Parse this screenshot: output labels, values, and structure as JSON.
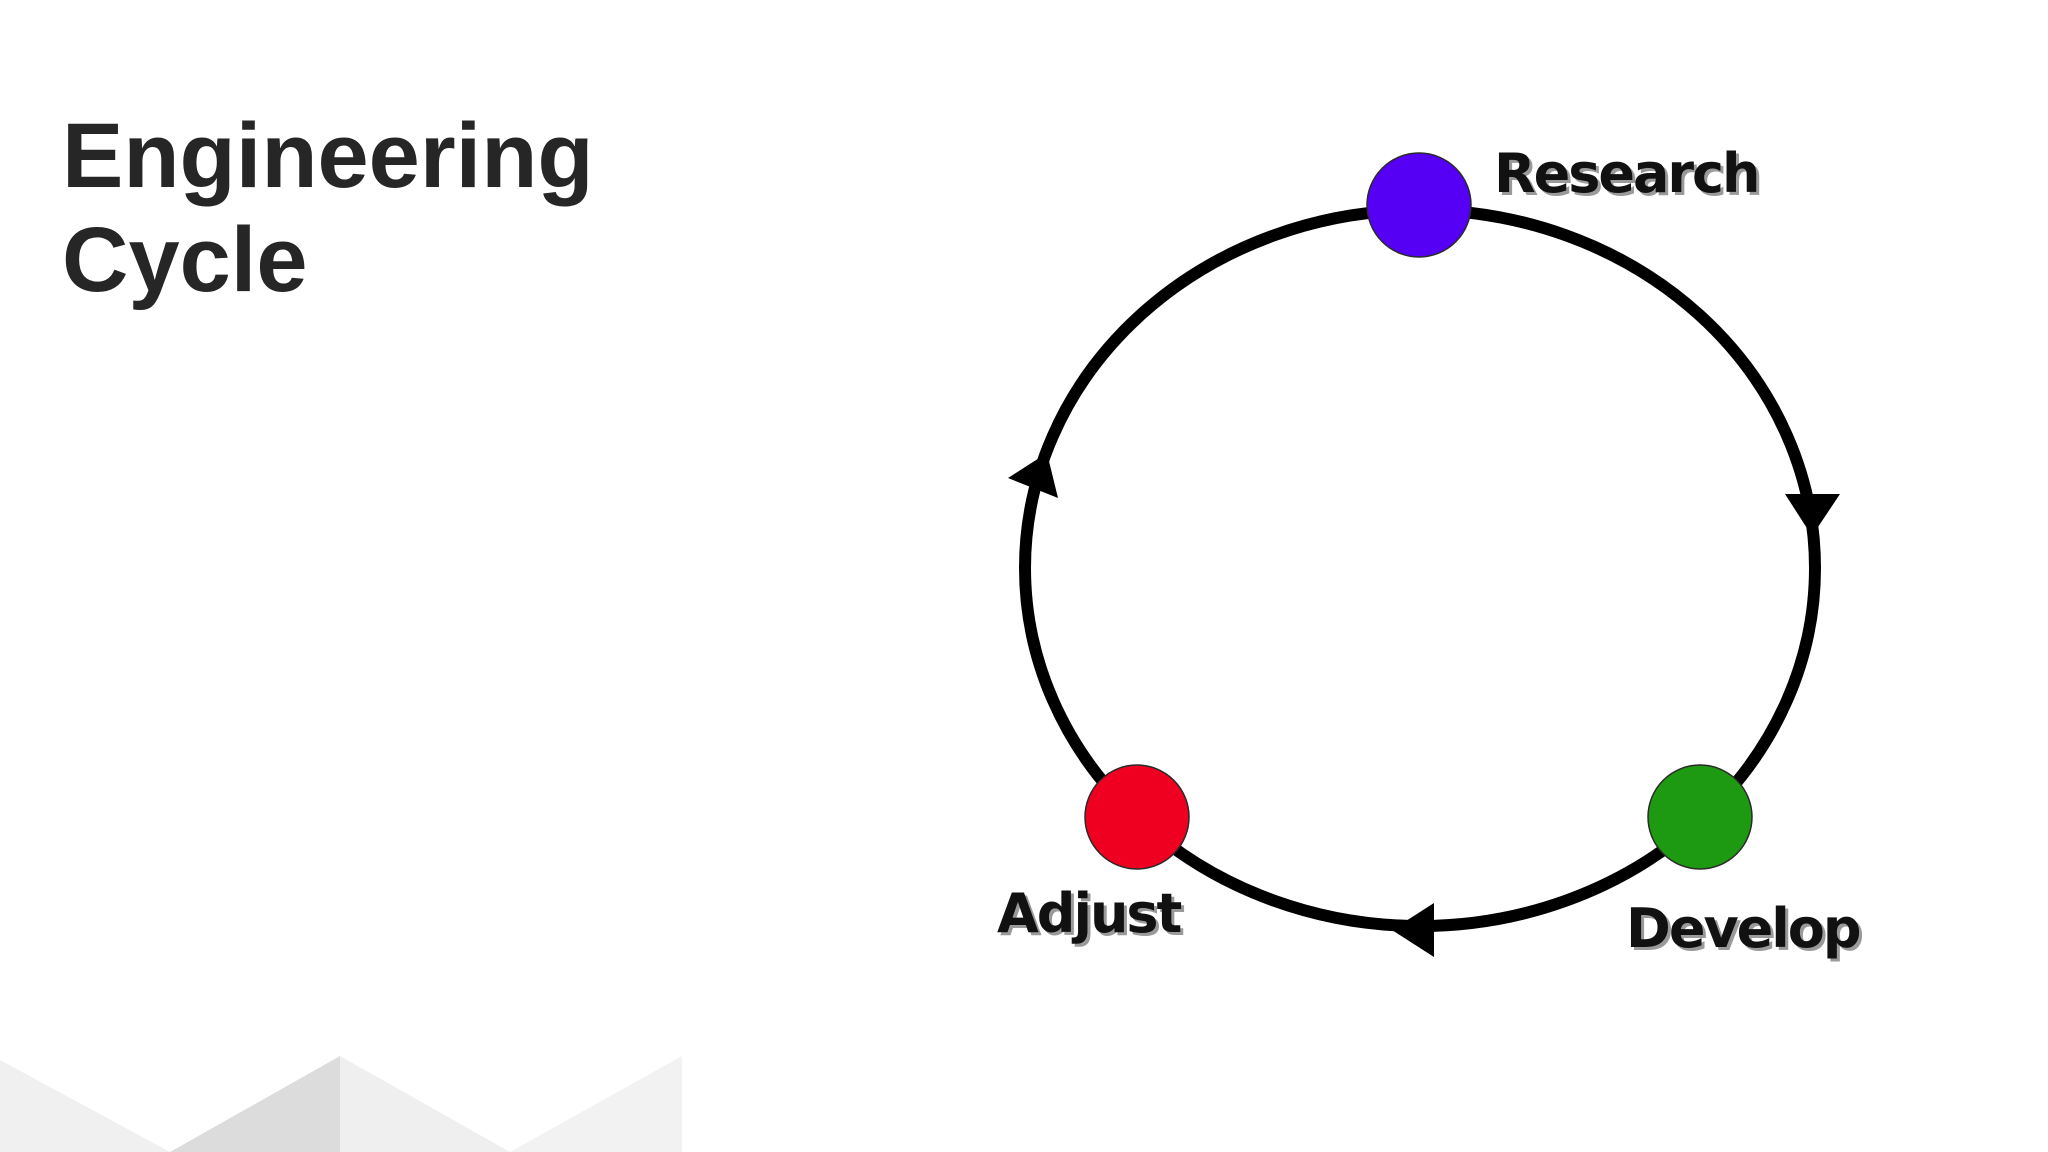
{
  "slide": {
    "title_line1": "Engineering",
    "title_line2": "Cycle"
  },
  "cycle": {
    "nodes": [
      {
        "label": "Research",
        "color": "#5500f5"
      },
      {
        "label": "Develop",
        "color": "#1e9a12"
      },
      {
        "label": "Adjust",
        "color": "#f00020"
      }
    ],
    "ring_color": "#000000",
    "direction": "clockwise"
  },
  "decor": {
    "light_shade": "#f0f0f0",
    "dark_shade": "#dcdcdc"
  }
}
